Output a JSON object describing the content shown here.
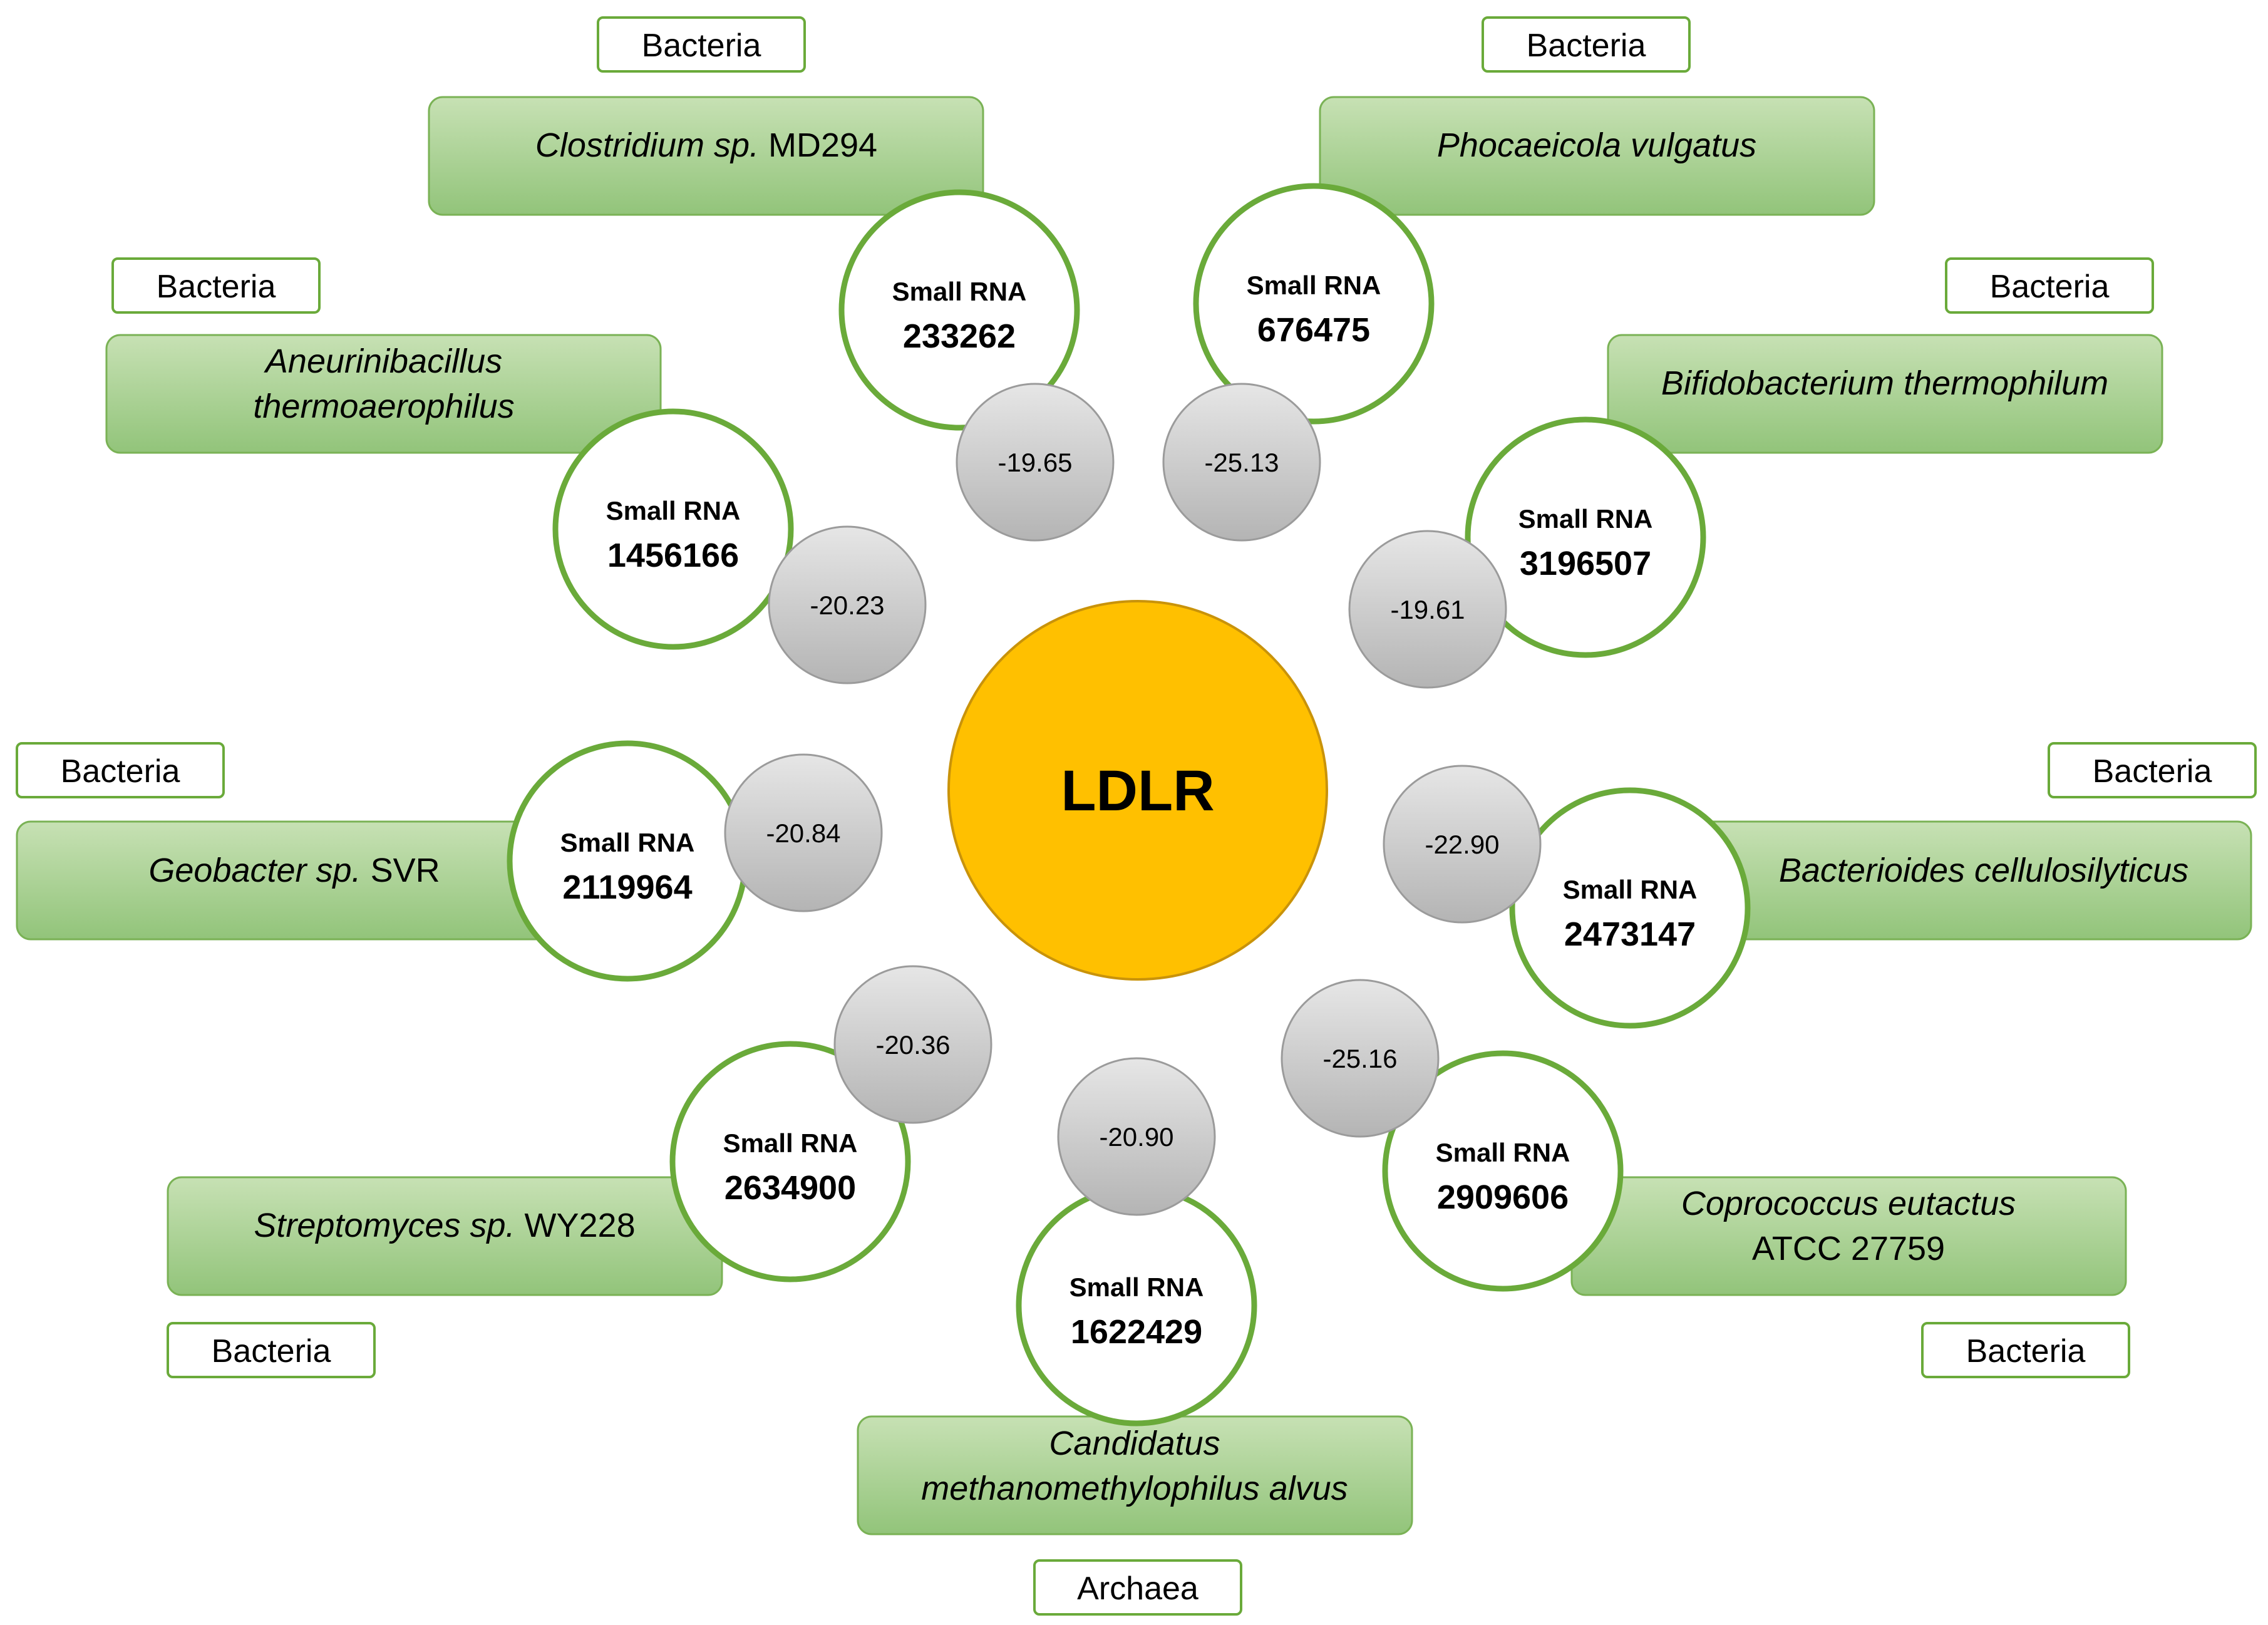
{
  "center": {
    "label": "LDLR"
  },
  "colors": {
    "center_fill": "#FFC000",
    "center_stroke": "#C9930A",
    "ring_stroke": "#6AAA3A",
    "species_box_top": "#C7E1B4",
    "species_box_bottom": "#92C47A",
    "species_box_stroke": "#7AB255",
    "score_fill_top": "#E6E6E6",
    "score_fill_bottom": "#B4B4B4",
    "score_stroke": "#9B9B9B",
    "domain_box_stroke": "#6AAA3A"
  },
  "nodes": [
    {
      "domain": "Bacteria",
      "species": [
        {
          "t": "Clostridium sp.",
          "i": true
        },
        {
          "t": " MD294",
          "i": false
        }
      ],
      "species_line2": [],
      "rna_label": "Small RNA",
      "rna_id": "233262",
      "score": "-19.65"
    },
    {
      "domain": "Bacteria",
      "species": [
        {
          "t": "Phocaeicola vulgatus",
          "i": true
        }
      ],
      "species_line2": [],
      "rna_label": "Small RNA",
      "rna_id": "676475",
      "score": "-25.13"
    },
    {
      "domain": "Bacteria",
      "species": [
        {
          "t": "Aneurinibacillus",
          "i": true
        }
      ],
      "species_line2": [
        {
          "t": "thermoaerophilus",
          "i": true
        }
      ],
      "rna_label": "Small RNA",
      "rna_id": "1456166",
      "score": "-20.23"
    },
    {
      "domain": "Bacteria",
      "species": [
        {
          "t": "Bifidobacterium thermophilum",
          "i": true
        }
      ],
      "species_line2": [],
      "rna_label": "Small RNA",
      "rna_id": "3196507",
      "score": "-19.61"
    },
    {
      "domain": "Bacteria",
      "species": [
        {
          "t": "Geobacter sp.",
          "i": true
        },
        {
          "t": " SVR",
          "i": false
        }
      ],
      "species_line2": [],
      "rna_label": "Small RNA",
      "rna_id": "2119964",
      "score": "-20.84"
    },
    {
      "domain": "Bacteria",
      "species": [
        {
          "t": "Bacterioides cellulosilyticus",
          "i": true
        }
      ],
      "species_line2": [],
      "rna_label": "Small RNA",
      "rna_id": "2473147",
      "score": "-22.90"
    },
    {
      "domain": "Bacteria",
      "species": [
        {
          "t": "Streptomyces sp.",
          "i": true
        },
        {
          "t": " WY228",
          "i": false
        }
      ],
      "species_line2": [],
      "rna_label": "Small RNA",
      "rna_id": "2634900",
      "score": "-20.36"
    },
    {
      "domain": "Bacteria",
      "species": [
        {
          "t": "Coprococcus eutactus",
          "i": true
        }
      ],
      "species_line2": [
        {
          "t": "ATCC 27759",
          "i": false
        }
      ],
      "rna_label": "Small RNA",
      "rna_id": "2909606",
      "score": "-25.16"
    },
    {
      "domain": "Archaea",
      "species": [
        {
          "t": "Candidatus",
          "i": true
        }
      ],
      "species_line2": [
        {
          "t": "methanomethylophilus alvus",
          "i": true
        }
      ],
      "rna_label": "Small RNA",
      "rna_id": "1622429",
      "score": "-20.90"
    }
  ]
}
